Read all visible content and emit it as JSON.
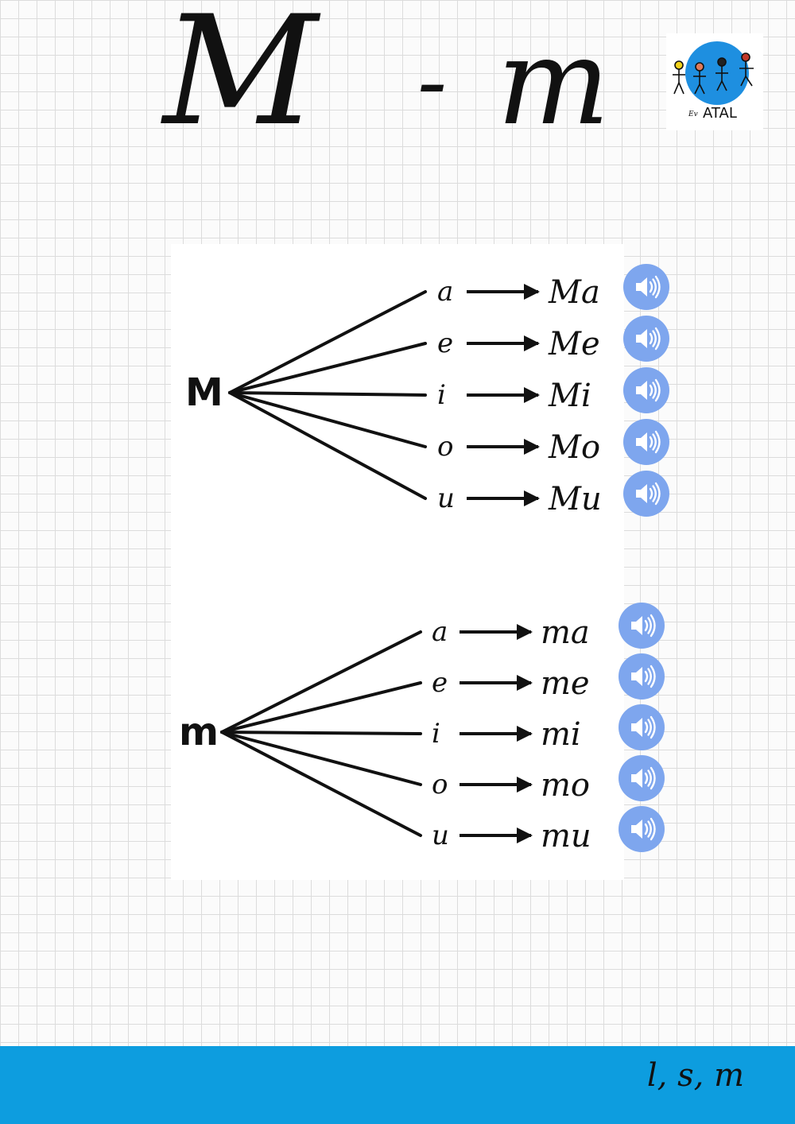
{
  "title": {
    "upper": "M",
    "dash": "-",
    "lower": "m"
  },
  "logo": {
    "label": "ATAL",
    "small_text": "Ev"
  },
  "uppercase_tree": {
    "root": "M",
    "rows": [
      {
        "vowel": "a",
        "syllable": "Ma"
      },
      {
        "vowel": "e",
        "syllable": "Me"
      },
      {
        "vowel": "i",
        "syllable": "Mi"
      },
      {
        "vowel": "o",
        "syllable": "Mo"
      },
      {
        "vowel": "u",
        "syllable": "Mu"
      }
    ]
  },
  "lowercase_tree": {
    "root": "m",
    "rows": [
      {
        "vowel": "a",
        "syllable": "ma"
      },
      {
        "vowel": "e",
        "syllable": "me"
      },
      {
        "vowel": "i",
        "syllable": "mi"
      },
      {
        "vowel": "o",
        "syllable": "mo"
      },
      {
        "vowel": "u",
        "syllable": "mu"
      }
    ]
  },
  "footer": {
    "text": "l, s, m"
  },
  "colors": {
    "speaker": "#7ea6ee",
    "footer": "#0d9ddf",
    "logo_globe": "#1e8fe0"
  },
  "icons": {
    "speaker": "speaker-icon"
  }
}
